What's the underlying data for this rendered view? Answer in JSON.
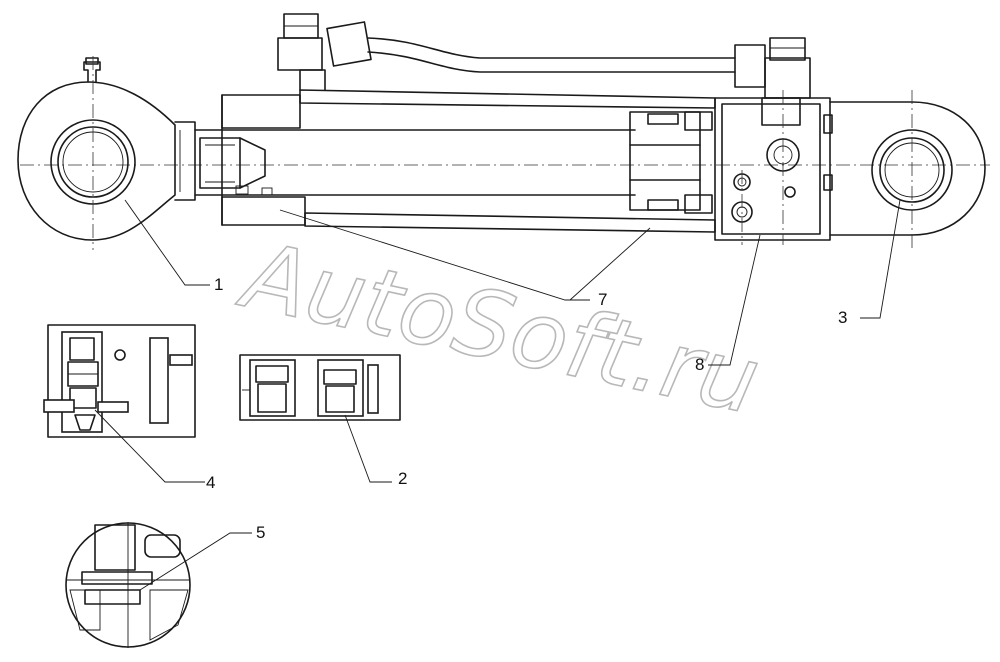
{
  "watermark": "AutoSoft.ru",
  "callouts": [
    {
      "id": "1",
      "label": "1"
    },
    {
      "id": "2",
      "label": "2"
    },
    {
      "id": "3",
      "label": "3"
    },
    {
      "id": "4",
      "label": "4"
    },
    {
      "id": "5",
      "label": "5"
    },
    {
      "id": "7",
      "label": "7"
    },
    {
      "id": "8",
      "label": "8"
    }
  ]
}
